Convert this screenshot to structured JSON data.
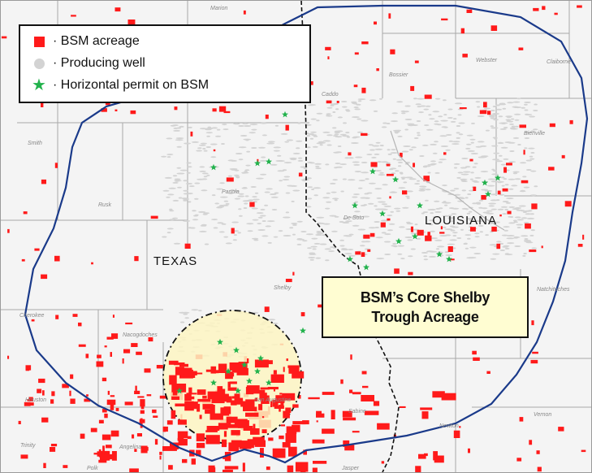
{
  "legend": {
    "items": [
      {
        "symbol": "red-square",
        "color": "#ff1a1a",
        "label": "· BSM acreage"
      },
      {
        "symbol": "gray-dot",
        "color": "#d3d3d3",
        "label": "· Producing well"
      },
      {
        "symbol": "green-star",
        "color": "#22b24c",
        "label": "· Horizontal permit on BSM"
      }
    ]
  },
  "callout": {
    "line1": "BSM’s Core Shelby",
    "line2": "Trough Acreage"
  },
  "states": {
    "texas": "TEXAS",
    "louisiana": "LOUISIANA"
  },
  "counties": [
    "Marion",
    "Caddo",
    "Bossier",
    "Claiborne",
    "Webster",
    "Smith",
    "Panola",
    "Rusk",
    "Bienville",
    "De Soto",
    "Cherokee",
    "Nacogdoches",
    "Shelby",
    "San Augustine",
    "Sabine",
    "Natchitoches",
    "Houston",
    "Angelina",
    "Trinity",
    "Polk",
    "Jasper",
    "Vernon",
    "Newton"
  ],
  "colors": {
    "acreage": "#ff1a1a",
    "well": "#d3d3d3",
    "permit": "#22b24c",
    "boundary": "#1a3a8a",
    "core_area": "#fdf5c2"
  }
}
